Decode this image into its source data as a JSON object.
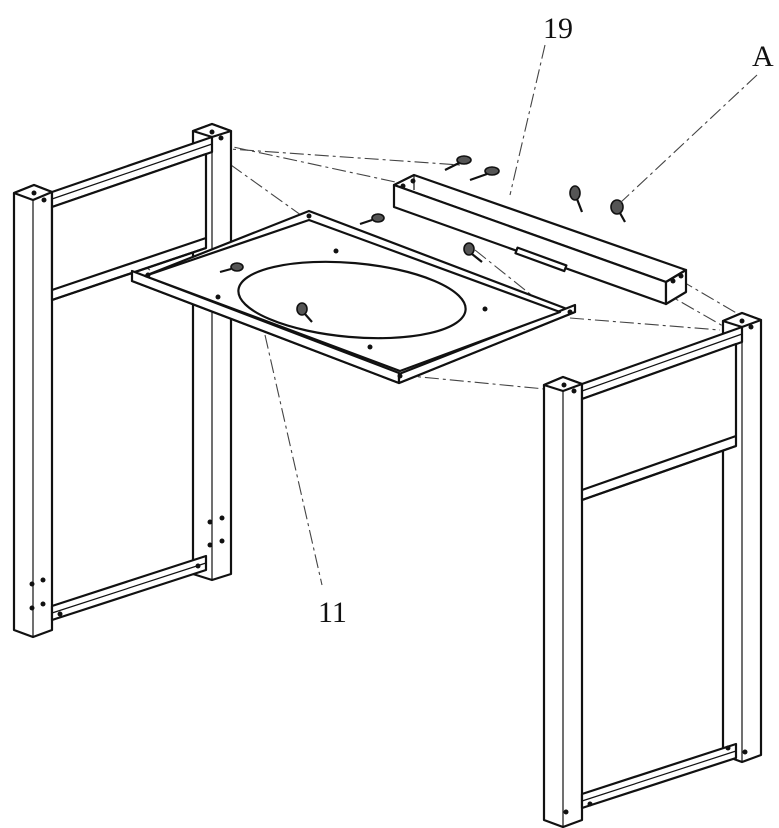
{
  "labels": {
    "part_19": "19",
    "part_A": "A",
    "part_11": "11"
  },
  "colors": {
    "line": "#111111",
    "background": "#ffffff",
    "leader": "#444444"
  }
}
